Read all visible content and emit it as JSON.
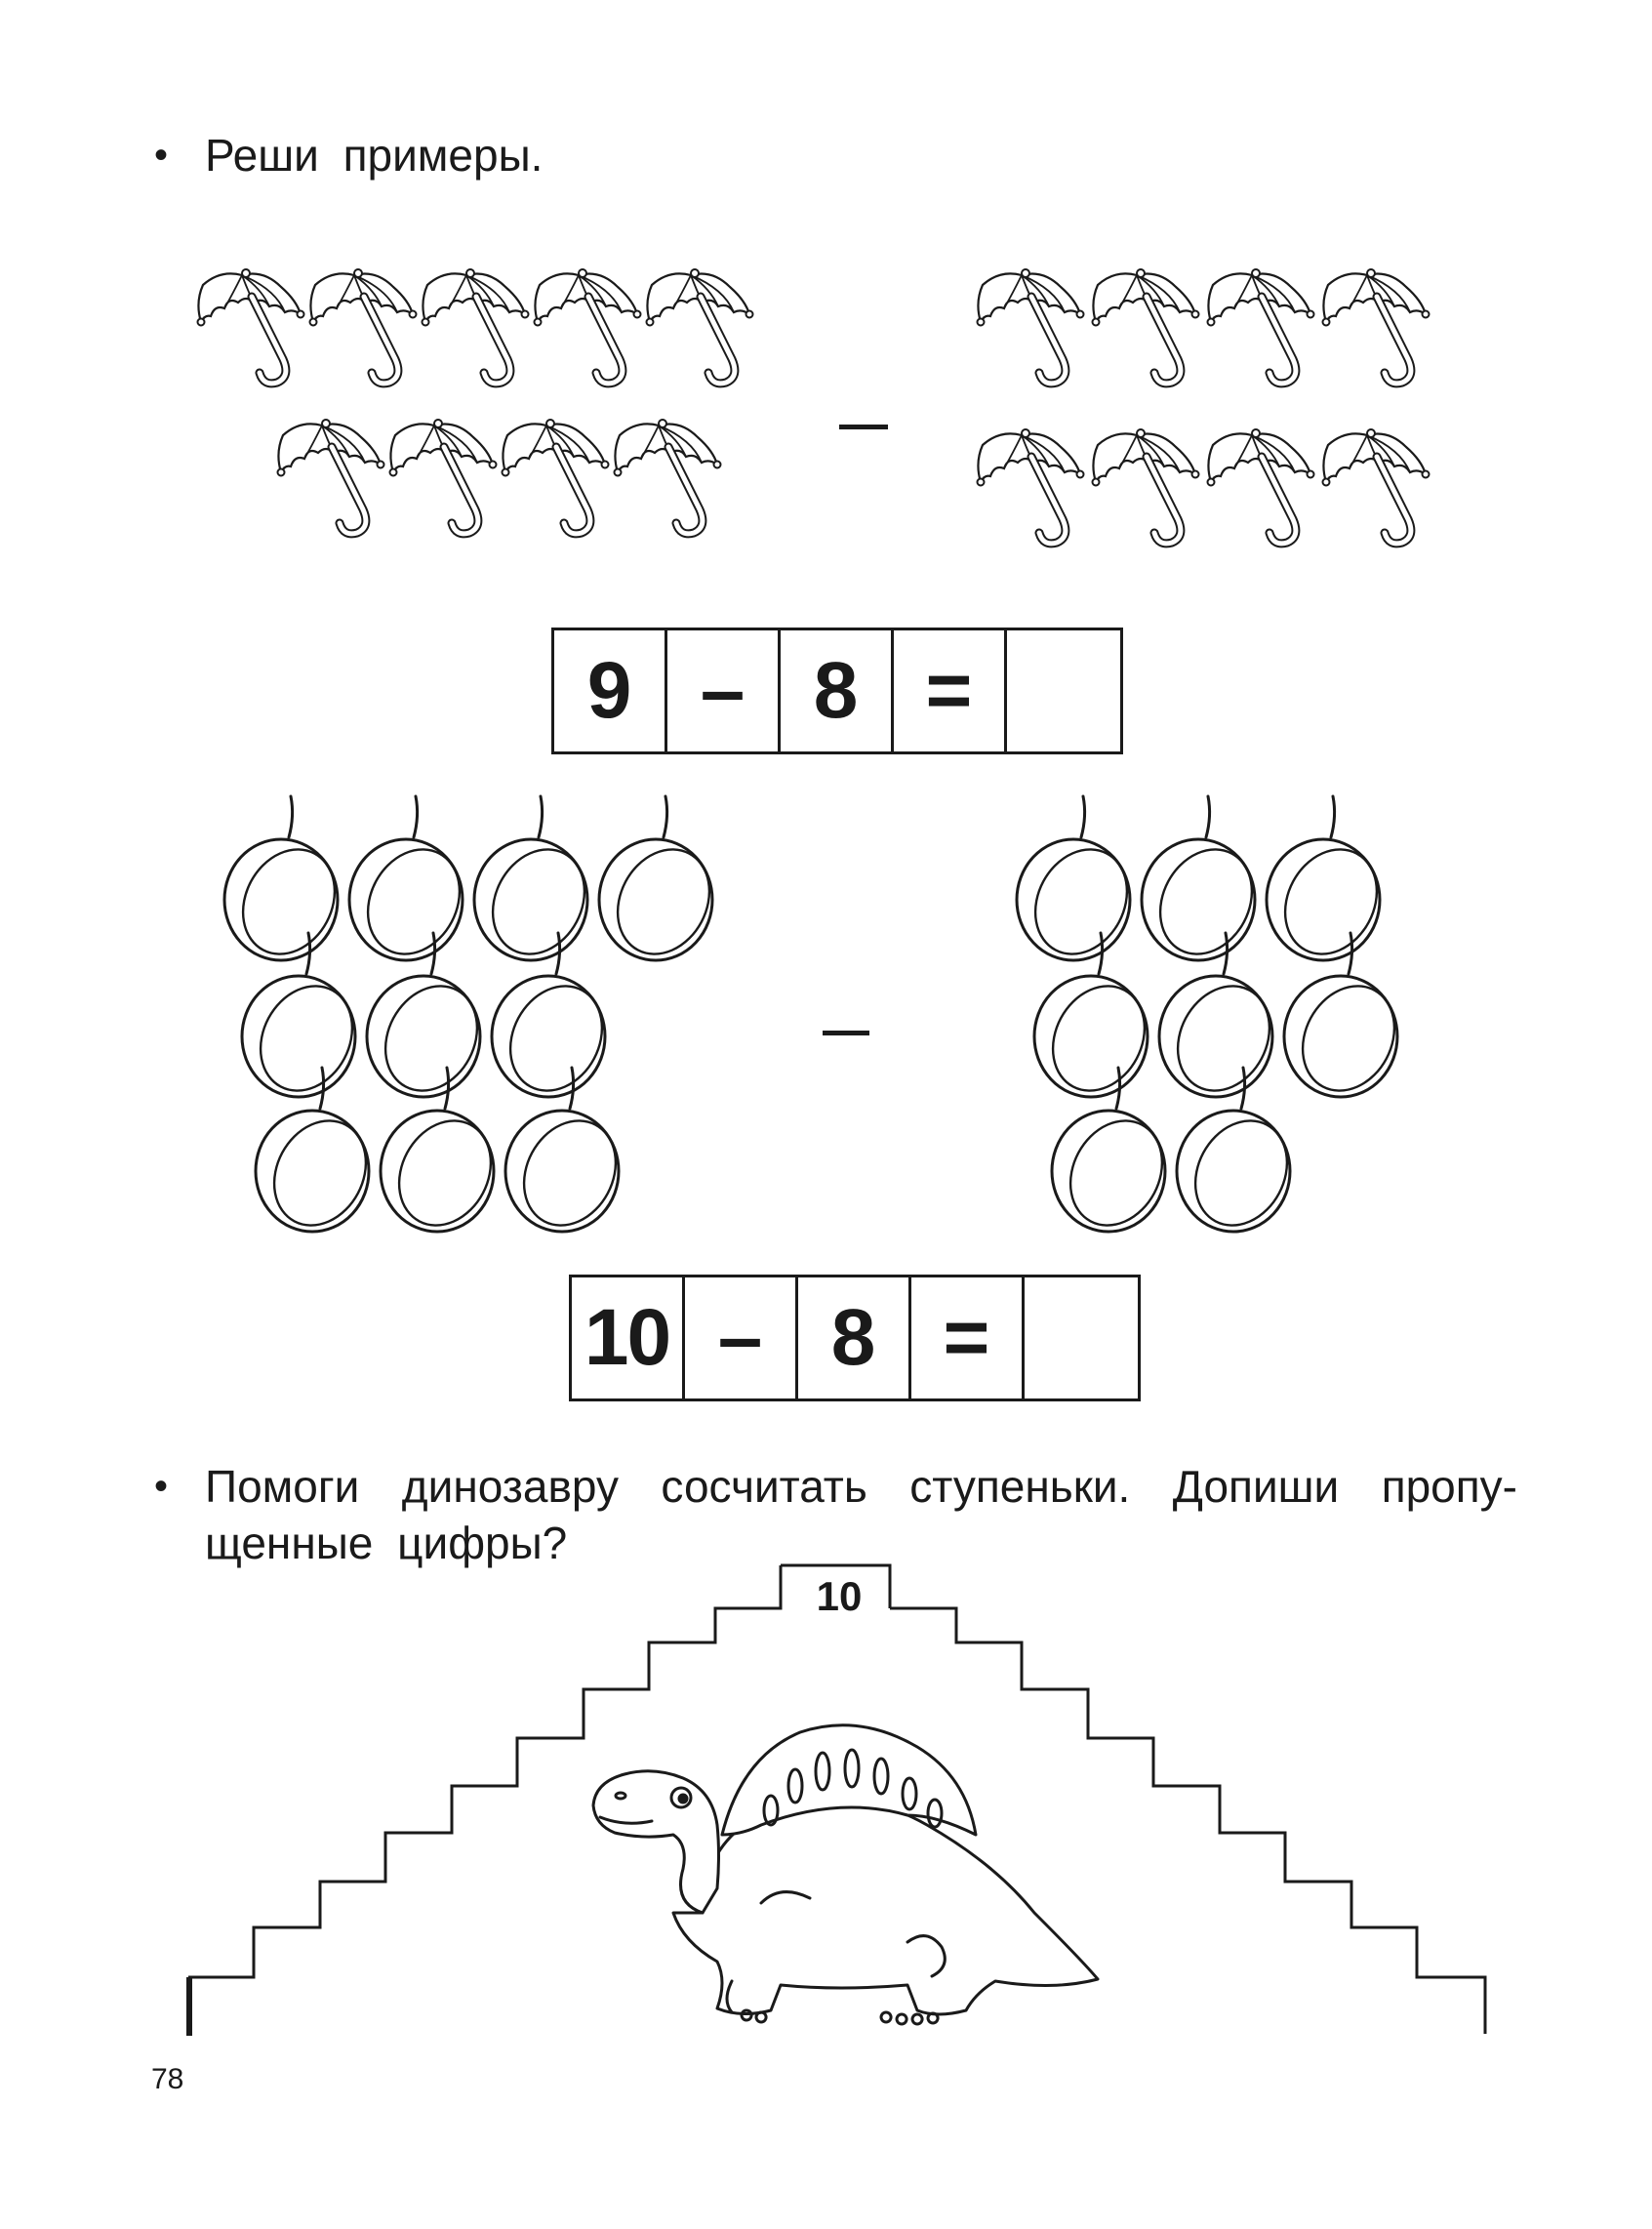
{
  "task1": {
    "bullet": "•",
    "text": "Реши примеры."
  },
  "example1": {
    "left_count": 9,
    "right_count": 8,
    "operator": "–",
    "equation": [
      "9",
      "–",
      "8",
      "=",
      ""
    ]
  },
  "example2": {
    "left_count": 10,
    "right_count": 8,
    "operator": "–",
    "equation": [
      "10",
      "–",
      "8",
      "=",
      ""
    ]
  },
  "task2": {
    "bullet": "•",
    "text": "Помоги динозавру сосчитать ступеньки. Допиши пропу-щенные цифры?"
  },
  "stairs": {
    "top_step_label": "10",
    "steps_per_side": 9
  },
  "page_number": "78",
  "icons": [
    "umbrella-icon",
    "plum-icon",
    "dinosaur-icon"
  ]
}
